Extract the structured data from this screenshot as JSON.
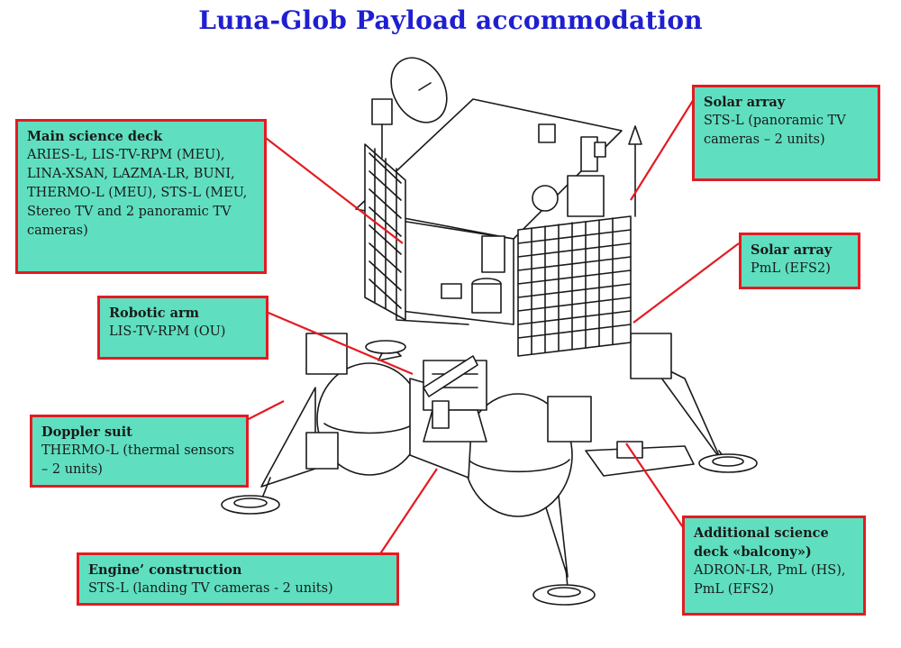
{
  "title": "Luna-Glob Payload accommodation",
  "colors": {
    "title": "#1f1fd0",
    "box_fill": "#5fdfc0",
    "box_border": "#e31b23",
    "leader": "#e31b23",
    "line_art": "#1a1a1a"
  },
  "callouts": {
    "main_deck": {
      "head": "Main science deck",
      "body": "ARIES-L, LIS-TV-RPM  (MEU), LINA-XSAN, LAZMA-LR, BUNI, THERMO-L  (MEU), STS-L (MEU, Stereo TV and 2 panoramic TV cameras)"
    },
    "solar_array_1": {
      "head": "Solar array",
      "body": "STS-L (panoramic TV cameras – 2 units)"
    },
    "solar_array_2": {
      "head": "Solar array",
      "body": "PmL (EFS2)"
    },
    "robotic_arm": {
      "head": "Robotic arm",
      "body": "LIS-TV-RPM  (OU)"
    },
    "doppler": {
      "head": "Doppler suit",
      "body": "THERMO-L  (thermal sensors – 2 units)"
    },
    "engine": {
      "head": "Engine’ construction",
      "body": "STS-L (landing TV cameras - 2 units)"
    },
    "balcony": {
      "head": "Additional science deck «balcony»)",
      "body": "ADRON-LR, PmL (HS), PmL (EFS2)"
    }
  }
}
